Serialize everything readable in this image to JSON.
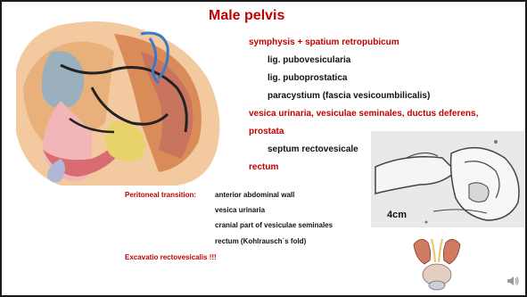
{
  "slide": {
    "title": "Male pelvis",
    "lines": [
      "symphysis + spatium retropubicum",
      "lig. pubovesicularia",
      "lig. puboprostatica",
      "paracystium (fascia vesicoumbilicalis)",
      "vesica urinaria, vesiculae seminales, ductus deferens,",
      "prostata",
      "septum rectovesicale",
      "rectum"
    ],
    "peritoneal": {
      "label": "Peritoneal transition:",
      "items": [
        "anterior abdominal wall",
        "vesica urinaria",
        "cranial part of vesiculae seminales",
        "rectum (Kohlrausch´s fold)"
      ]
    },
    "excavatio": "Excavatio rectovesicalis !!!",
    "exam_label": "4cm"
  },
  "colors": {
    "accent_red": "#c00000",
    "text": "#111111",
    "border": "#1a1a1a"
  },
  "icons": [
    "pelvis-illustration",
    "rectal-exam-illustration",
    "prostate-illustration",
    "speaker-icon"
  ]
}
